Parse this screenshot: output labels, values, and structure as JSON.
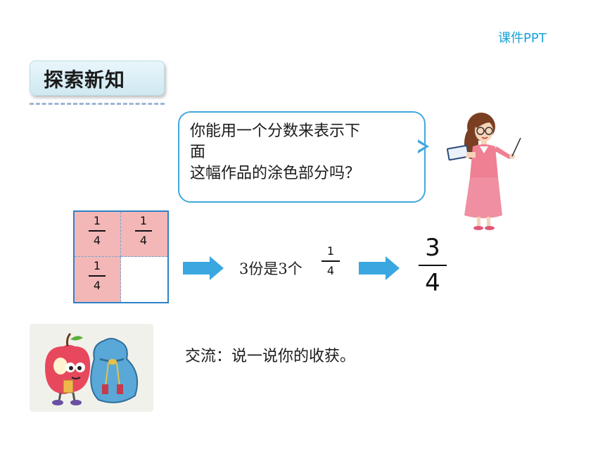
{
  "brand": "课件PPT",
  "section_title": "探索新知",
  "speech_bubble": {
    "lines": [
      "你能用一个分数来表示下",
      "面",
      "这幅作品的涂色部分吗？"
    ]
  },
  "grid": {
    "cells": [
      {
        "numerator": "1",
        "denominator": "4",
        "shaded": true
      },
      {
        "numerator": "1",
        "denominator": "4",
        "shaded": true
      },
      {
        "numerator": "1",
        "denominator": "4",
        "shaded": true
      },
      {
        "numerator": "",
        "denominator": "",
        "shaded": false
      }
    ]
  },
  "middle": {
    "text": "3份是3个",
    "fraction_numerator": "1",
    "fraction_denominator": "4"
  },
  "result": {
    "numerator": "3",
    "denominator": "4"
  },
  "exchange_text": "交流：说一说你的收获。",
  "colors": {
    "accent_blue": "#42a8df",
    "shaded_pink": "#f3b7b7",
    "arrow_blue": "#3aa7e0",
    "brand_blue": "#1aa3d8"
  },
  "icons": [
    "teacher-illustration",
    "apple-character-illustration",
    "money-bag-illustration",
    "right-arrow-icon"
  ]
}
